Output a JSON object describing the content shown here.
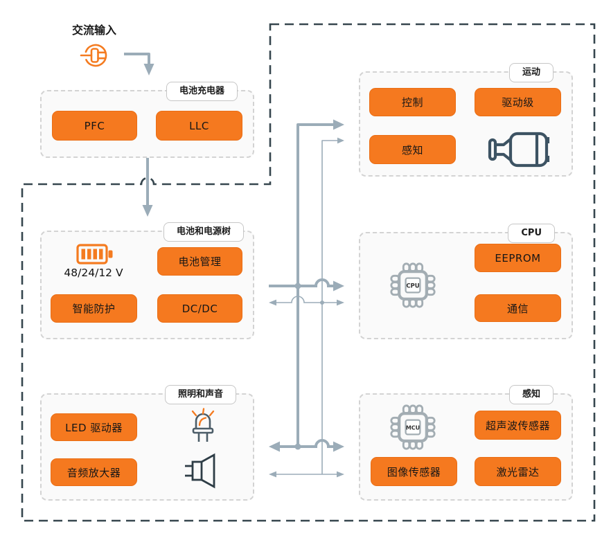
{
  "colors": {
    "accent_orange": "#F5791F",
    "connector_grey": "#9BACB8",
    "boundary_dark": "#36464E",
    "icon_dark": "#3D5363"
  },
  "ac_input": {
    "label": "交流输入"
  },
  "groups": {
    "charger": {
      "title": "电池充电器",
      "blocks": {
        "pfc": "PFC",
        "llc": "LLC"
      }
    },
    "battery": {
      "title": "电池和电源树",
      "voltage_label": "48/24/12 V",
      "blocks": {
        "management": "电池管理",
        "protection": "智能防护",
        "dcdc": "DC/DC"
      }
    },
    "lighting": {
      "title": "照明和声音",
      "blocks": {
        "led_driver": "LED 驱动器",
        "audio_amp": "音频放大器"
      }
    },
    "motion": {
      "title": "运动",
      "blocks": {
        "control": "控制",
        "drive_stage": "驱动级",
        "sensing": "感知"
      }
    },
    "cpu": {
      "title": "CPU",
      "chip_label": "CPU",
      "blocks": {
        "eeprom": "EEPROM",
        "comms": "通信"
      }
    },
    "sensing": {
      "title": "感知",
      "chip_label": "MCU",
      "blocks": {
        "ultrasonic": "超声波传感器",
        "image_sensor": "图像传感器",
        "lidar": "激光雷达"
      }
    }
  },
  "icons": [
    "ac-plug-icon",
    "battery-icon",
    "led-icon",
    "speaker-icon",
    "motor-icon",
    "cpu-chip-icon",
    "mcu-chip-icon"
  ]
}
